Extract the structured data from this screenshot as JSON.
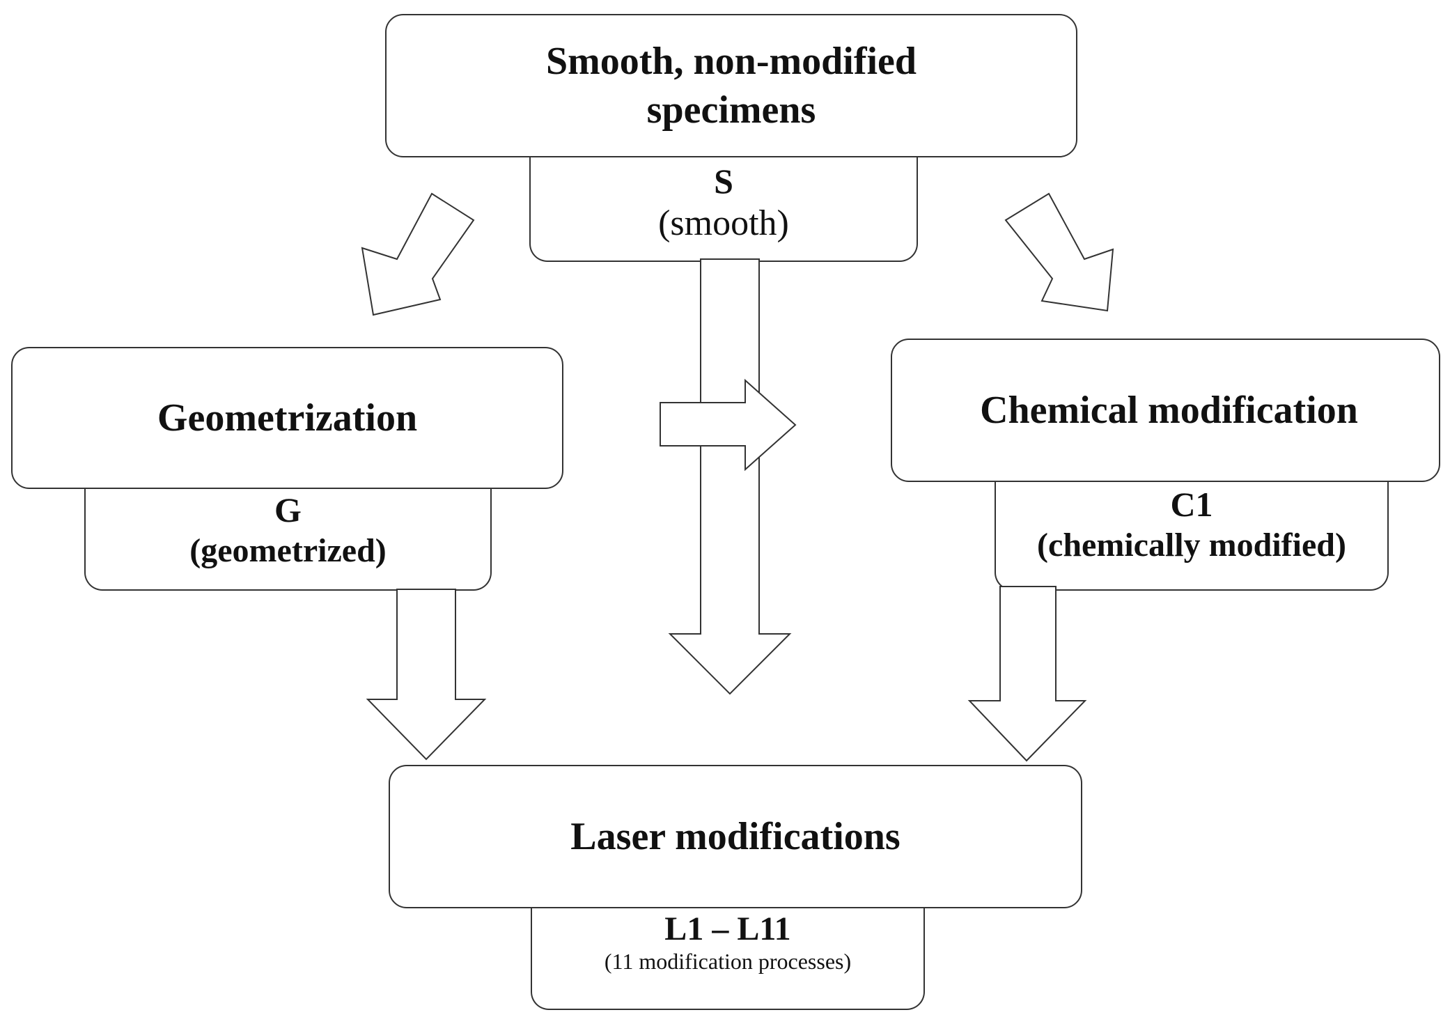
{
  "nodes": {
    "smooth": {
      "title_line1": "Smooth, non-modified",
      "title_line2": "specimens",
      "code": "S",
      "desc": "(smooth)"
    },
    "geometrization": {
      "title": "Geometrization",
      "code": "G",
      "desc": "(geometrized)"
    },
    "chemical": {
      "title": "Chemical  modification",
      "code": "C1",
      "desc": "(chemically modified)"
    },
    "laser": {
      "title": "Laser modifications",
      "code": "L1 – L11",
      "desc": "(11 modification  processes)"
    }
  },
  "edges": [
    {
      "from": "smooth",
      "to": "geometrization"
    },
    {
      "from": "smooth",
      "to": "chemical"
    },
    {
      "from": "smooth",
      "to": "laser"
    },
    {
      "from": "smooth",
      "to": "chemical",
      "style": "side-branch"
    },
    {
      "from": "geometrization",
      "to": "laser"
    },
    {
      "from": "chemical",
      "to": "laser"
    }
  ],
  "colors": {
    "stroke": "#333333",
    "fill": "#ffffff",
    "text": "#111111"
  }
}
